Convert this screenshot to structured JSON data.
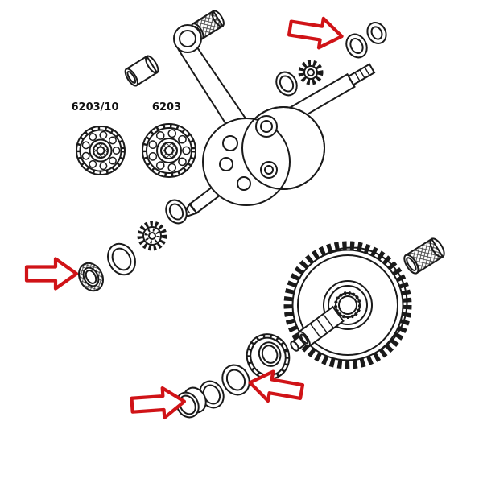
{
  "diagram": {
    "labels": {
      "bearing_left": "6203/10",
      "bearing_right": "6203"
    },
    "colors": {
      "line": "#1a1a1a",
      "arrow": "#d01317",
      "background": "#ffffff"
    },
    "arrows": [
      {
        "id": "arrow-top-right",
        "direction": "right"
      },
      {
        "id": "arrow-middle-left",
        "direction": "right"
      },
      {
        "id": "arrow-bottom-left",
        "direction": "right"
      },
      {
        "id": "arrow-bottom-center",
        "direction": "left"
      }
    ]
  }
}
